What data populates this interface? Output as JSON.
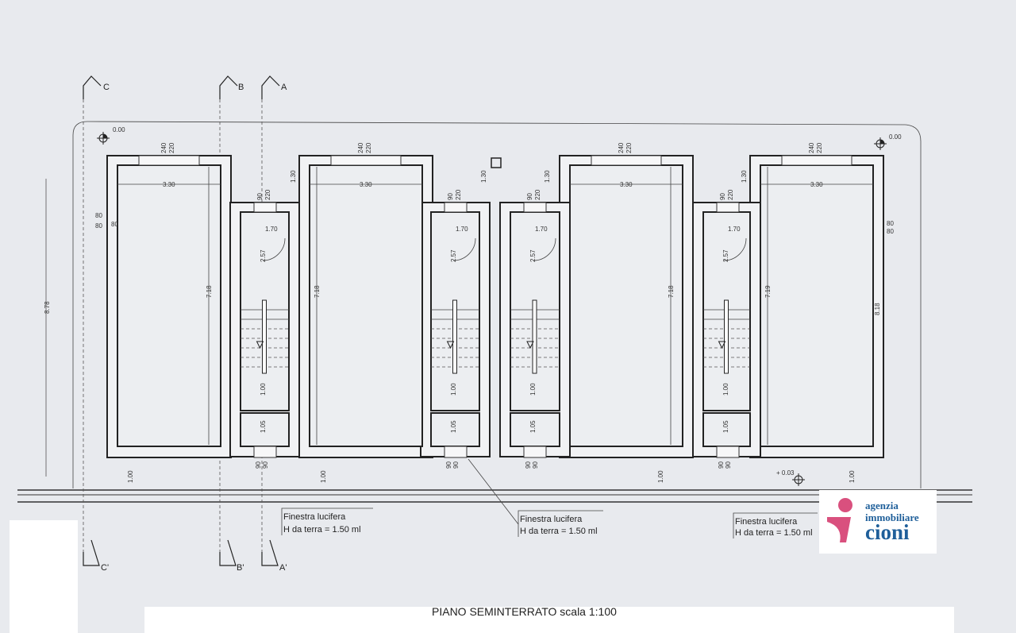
{
  "drawing_title": "PIANO SEMINTERRATO scala 1:100",
  "section_marks": {
    "c": "C",
    "b": "B",
    "a": "A",
    "c2": "C'",
    "b2": "B'",
    "a2": "A'"
  },
  "levels": {
    "top_left": "0.00",
    "top_right": "0.00",
    "bottom_right": "+ 0.03"
  },
  "dimensions": {
    "window_big": [
      "240",
      "220"
    ],
    "window_small": [
      "90",
      "220"
    ],
    "side_window": [
      "80",
      "80"
    ],
    "room_width": "3.30",
    "hall_width": "1.70",
    "upper_offset": "1.30",
    "hall_depth": "2.57",
    "stair_landing": "1.00",
    "entry_depth": "1.05",
    "bottom_window": [
      "90",
      "90"
    ],
    "room_depths": [
      "7.18",
      "7.18",
      "7.18",
      "7.19"
    ],
    "right_depth": "8.18",
    "overall_depth": "8.78",
    "setback": "1.00"
  },
  "notes": {
    "line1": "Finestra lucifera",
    "line2": "H da terra = 1.50 ml"
  },
  "logo": {
    "line1": "agenzia",
    "line2": "immobiliare",
    "line3": "cioni"
  },
  "colors": {
    "logo_pink": "#d9507e",
    "logo_blue": "#1f5f9a"
  }
}
